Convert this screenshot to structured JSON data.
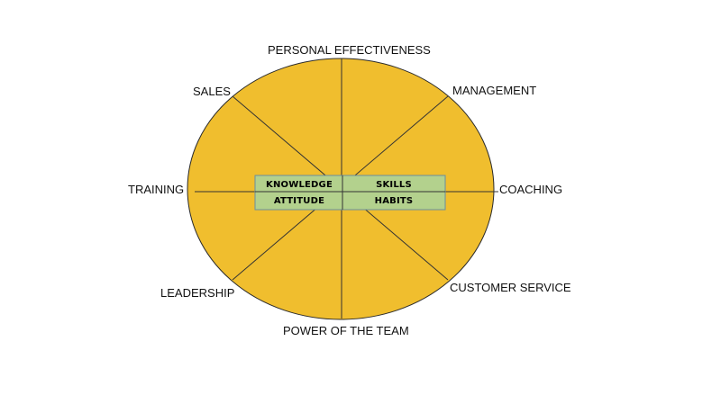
{
  "colors": {
    "wheel_fill": "#F0BE2E",
    "wheel_stroke": "#2b2b2b",
    "center_fill": "#B3D18D",
    "center_stroke": "#6a8fa0",
    "center_text": "#9DB3D6"
  },
  "wheel": {
    "spokes": [
      "PERSONAL EFFECTIVENESS",
      "MANAGEMENT",
      "COACHING",
      "CUSTOMER SERVICE",
      "POWER OF THE TEAM",
      "LEADERSHIP",
      "TRAINING",
      "SALES"
    ]
  },
  "center": {
    "knowledge": "KNOWLEDGE",
    "skills": "SKILLS",
    "attitude": "ATTITUDE",
    "habits": "HABITS"
  }
}
